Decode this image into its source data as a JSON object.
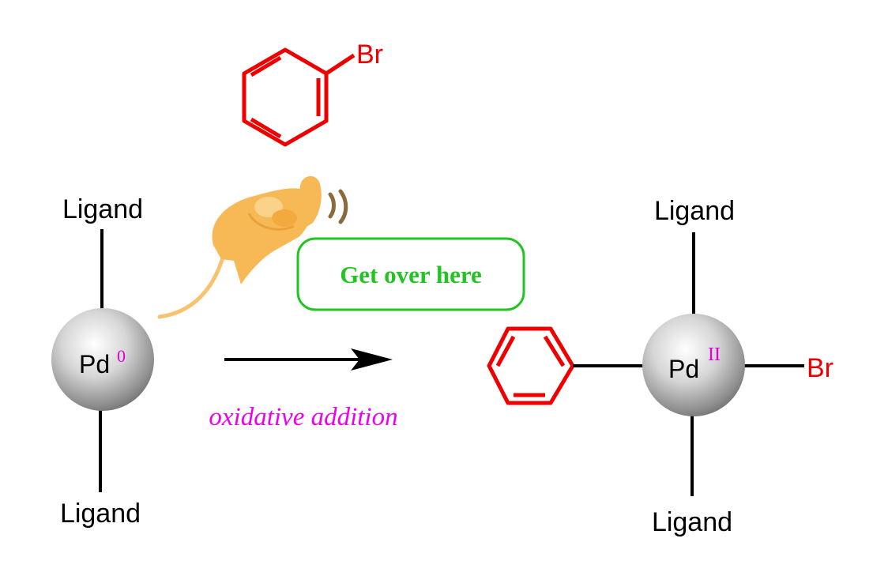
{
  "reactant": {
    "top_ligand": "Ligand",
    "bottom_ligand": "Ligand",
    "metal": "Pd",
    "oxidation_state": "0"
  },
  "substrate": {
    "halogen": "Br",
    "ring_color": "#ee0000"
  },
  "speech_bubble": {
    "text": "Get over here",
    "color": "#22c422"
  },
  "arrow": {
    "caption": "oxidative addition",
    "caption_color": "#ee00ee"
  },
  "product": {
    "top_ligand": "Ligand",
    "bottom_ligand": "Ligand",
    "metal": "Pd",
    "oxidation_state": "II",
    "halogen": "Br",
    "ring_color": "#ee0000"
  },
  "icons": {
    "hand": "beckoning-hand-icon",
    "sound": "sound-waves-icon"
  },
  "colors": {
    "metal_sphere": "#9a9a9a",
    "oxidation_state": "#dd00dd",
    "hand": "#f7b955",
    "bonds": "#000000"
  }
}
